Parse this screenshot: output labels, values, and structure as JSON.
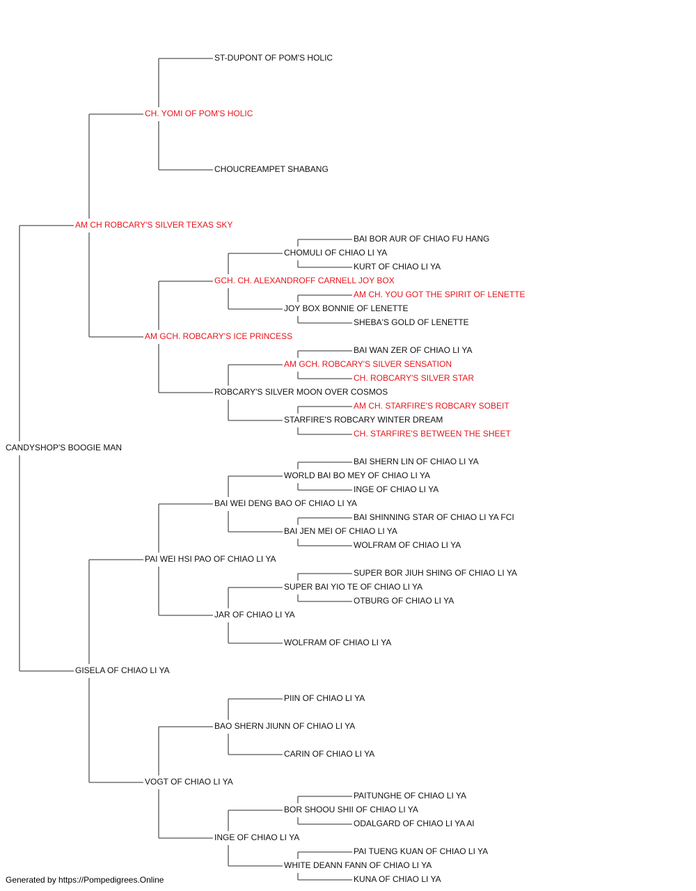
{
  "colors": {
    "normal": "#111111",
    "champion": "#e8141b",
    "connector": "#555555"
  },
  "footer": "Generated by https://Pompedigrees.Online",
  "pedigree": {
    "name": "CANDYSHOP'S BOOGIE MAN",
    "champion": false,
    "sire": {
      "name": "AM CH ROBCARY'S SILVER TEXAS SKY",
      "champion": true,
      "sire": {
        "name": "CH. YOMI OF POM'S HOLIC",
        "champion": true,
        "sire": {
          "name": "ST-DUPONT OF POM'S HOLIC",
          "champion": false
        },
        "dam": {
          "name": "CHOUCREAMPET SHABANG",
          "champion": false
        }
      },
      "dam": {
        "name": "AM GCH. ROBCARY'S ICE PRINCESS",
        "champion": true,
        "sire": {
          "name": "GCH. CH. ALEXANDROFF CARNELL JOY BOX",
          "champion": true,
          "sire": {
            "name": "CHOMULI OF CHIAO LI YA",
            "champion": false,
            "sire": {
              "name": "BAI BOR AUR OF CHIAO FU HANG",
              "champion": false
            },
            "dam": {
              "name": "KURT OF CHIAO LI YA",
              "champion": false
            }
          },
          "dam": {
            "name": "JOY BOX BONNIE OF LENETTE",
            "champion": false,
            "sire": {
              "name": "AM CH. YOU GOT THE SPIRIT OF LENETTE",
              "champion": true
            },
            "dam": {
              "name": "SHEBA'S GOLD OF LENETTE",
              "champion": false
            }
          }
        },
        "dam": {
          "name": "ROBCARY'S SILVER MOON OVER COSMOS",
          "champion": false,
          "sire": {
            "name": "AM GCH. ROBCARY'S SILVER SENSATION",
            "champion": true,
            "sire": {
              "name": "BAI WAN ZER OF CHIAO LI YA",
              "champion": false
            },
            "dam": {
              "name": "CH. ROBCARY'S SILVER STAR",
              "champion": true
            }
          },
          "dam": {
            "name": "STARFIRE'S ROBCARY WINTER DREAM",
            "champion": false,
            "sire": {
              "name": "AM CH. STARFIRE'S ROBCARY SOBEIT",
              "champion": true
            },
            "dam": {
              "name": "CH. STARFIRE'S BETWEEN THE SHEET",
              "champion": true
            }
          }
        }
      }
    },
    "dam": {
      "name": "GISELA OF CHIAO LI YA",
      "champion": false,
      "sire": {
        "name": "PAI WEI HSI PAO OF CHIAO LI YA",
        "champion": false,
        "sire": {
          "name": "BAI WEI DENG BAO OF CHIAO LI YA",
          "champion": false,
          "sire": {
            "name": "WORLD BAI BO MEY OF CHIAO LI YA",
            "champion": false,
            "sire": {
              "name": "BAI SHERN LIN OF CHIAO LI YA",
              "champion": false
            },
            "dam": {
              "name": "INGE OF CHIAO LI YA",
              "champion": false
            }
          },
          "dam": {
            "name": "BAI JEN MEI OF CHIAO LI YA",
            "champion": false,
            "sire": {
              "name": "BAI SHINNING STAR OF CHIAO LI YA FCI",
              "champion": false
            },
            "dam": {
              "name": "WOLFRAM OF CHIAO LI YA",
              "champion": false
            }
          }
        },
        "dam": {
          "name": "JAR OF CHIAO LI YA",
          "champion": false,
          "sire": {
            "name": "SUPER BAI YIO TE OF CHIAO LI YA",
            "champion": false,
            "sire": {
              "name": "SUPER BOR JIUH SHING OF CHIAO LI YA",
              "champion": false
            },
            "dam": {
              "name": "OTBURG OF CHIAO LI YA",
              "champion": false
            }
          },
          "dam": {
            "name": "WOLFRAM OF CHIAO LI YA",
            "champion": false
          }
        }
      },
      "dam": {
        "name": "VOGT OF CHIAO LI YA",
        "champion": false,
        "sire": {
          "name": "BAO SHERN JIUNN OF CHIAO LI YA",
          "champion": false,
          "sire": {
            "name": "PIIN OF CHIAO LI YA",
            "champion": false
          },
          "dam": {
            "name": "CARIN OF CHIAO LI YA",
            "champion": false
          }
        },
        "dam": {
          "name": "INGE OF CHIAO LI YA",
          "champion": false,
          "sire": {
            "name": "BOR SHOOU SHII OF CHIAO LI YA",
            "champion": false,
            "sire": {
              "name": "PAITUNGHE OF CHIAO LI YA",
              "champion": false
            },
            "dam": {
              "name": "ODALGARD OF CHIAO LI YA AI",
              "champion": false
            }
          },
          "dam": {
            "name": "WHITE DEANN FANN OF CHIAO LI YA",
            "champion": false,
            "sire": {
              "name": "PAI TUENG KUAN OF CHIAO LI YA",
              "champion": false
            },
            "dam": {
              "name": "KUNA OF CHIAO LI YA",
              "champion": false
            }
          }
        }
      }
    }
  }
}
